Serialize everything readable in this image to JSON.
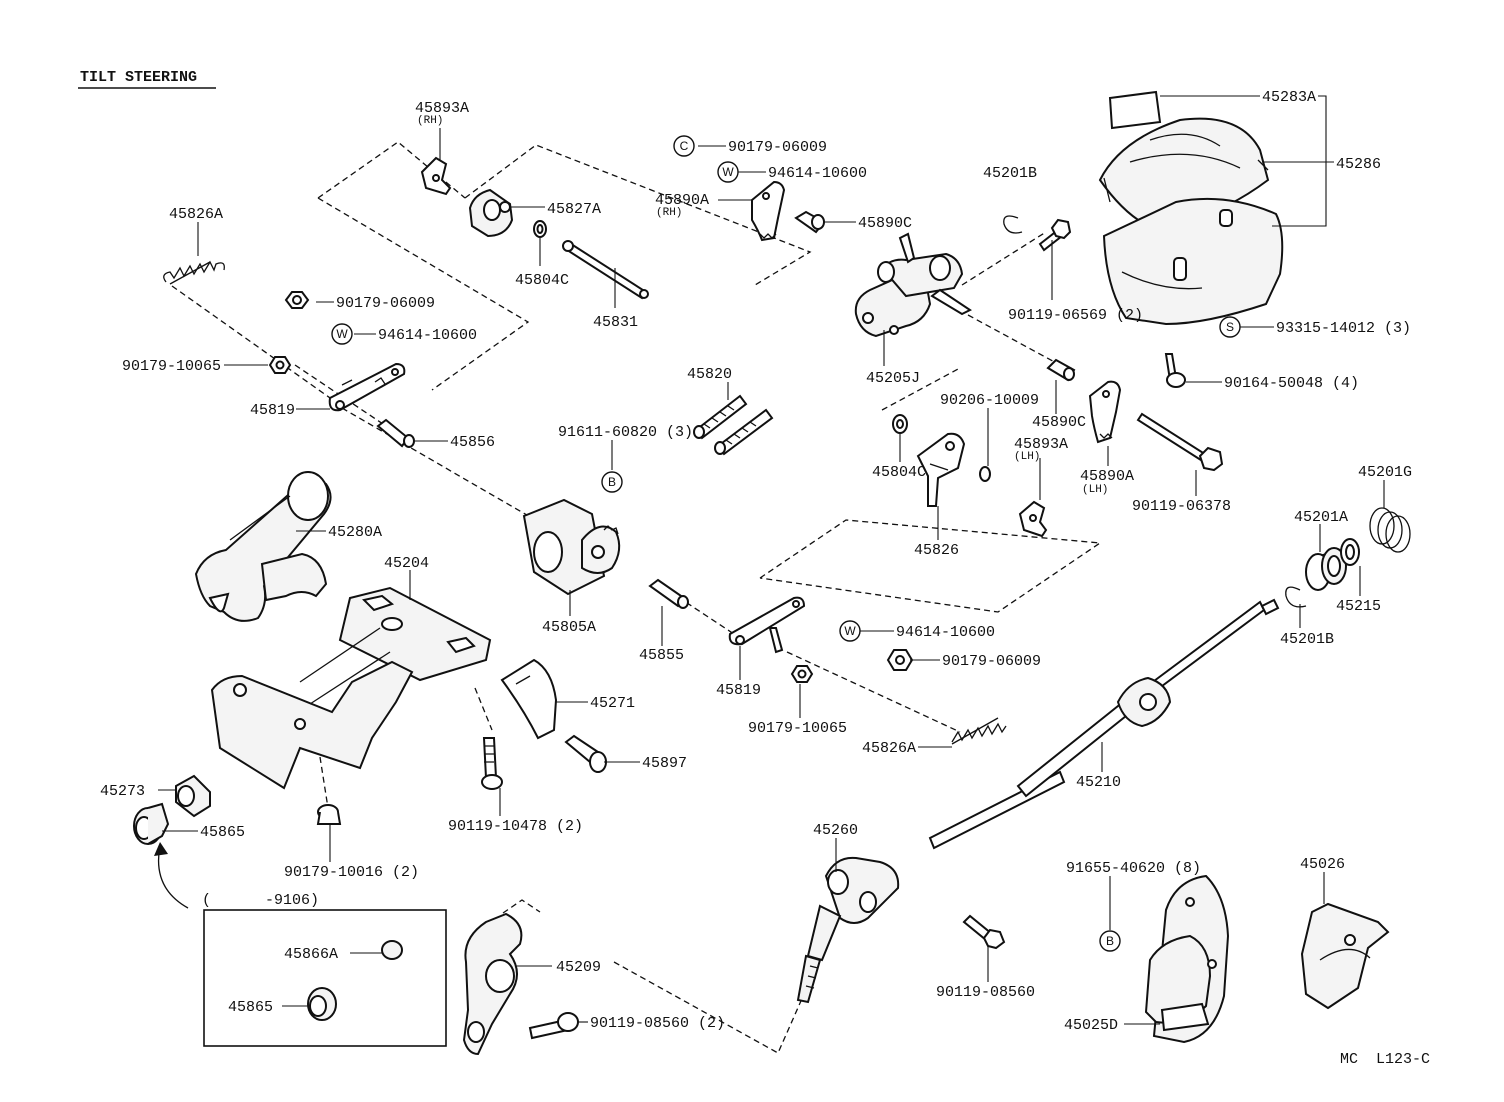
{
  "title": "TILT STEERING",
  "footer_code": "MC  L123-C",
  "inset_label": "(      -9106)",
  "labels": {
    "p45893A_rh": "45893A",
    "p45893A_rh_sub": "(RH)",
    "p45827A": "45827A",
    "p45826A_top": "45826A",
    "p90179_06009_a": "90179-06009",
    "p94614_10600_a": "94614-10600",
    "p90179_10065_a": "90179-10065",
    "p45819_a": "45819",
    "p45856": "45856",
    "p45804C_a": "45804C",
    "p45831": "45831",
    "p90179_06009_b": "90179-06009",
    "p94614_10600_b": "94614-10600",
    "p45890A_rh": "45890A",
    "p45890A_rh_sub": "(RH)",
    "p45890C_a": "45890C",
    "p45820": "45820",
    "p91611_60820": "91611-60820 (3)",
    "p45201B_a": "45201B",
    "p90119_06569": "90119-06569 (2)",
    "p45205J": "45205J",
    "p45283A": "45283A",
    "p45286": "45286",
    "p93315_14012": "93315-14012 (3)",
    "p90164_50048": "90164-50048 (4)",
    "p45890C_b": "45890C",
    "p90206_10009": "90206-10009",
    "p45893A_lh": "45893A",
    "p45893A_lh_sub": "(LH)",
    "p45804C_b": "45804C",
    "p45890A_lh": "45890A",
    "p45890A_lh_sub": "(LH)",
    "p90119_06378": "90119-06378",
    "p45826": "45826",
    "p45201G": "45201G",
    "p45201A": "45201A",
    "p45215": "45215",
    "p45201B_b": "45201B",
    "p45280A": "45280A",
    "p45204": "45204",
    "p45805A": "45805A",
    "p45855": "45855",
    "p45819_b": "45819",
    "p94614_10600_c": "94614-10600",
    "p90179_06009_c": "90179-06009",
    "p90179_10065_b": "90179-10065",
    "p45826A_bottom": "45826A",
    "p45271": "45271",
    "p45897": "45897",
    "p90119_10478": "90119-10478 (2)",
    "p45210": "45210",
    "p45273": "45273",
    "p45865_a": "45865",
    "p90179_10016": "90179-10016 (2)",
    "p45260": "45260",
    "p91655_40620": "91655-40620 (8)",
    "p45026": "45026",
    "p45866A": "45866A",
    "p45865_b": "45865",
    "p45209": "45209",
    "p90119_08560_a": "90119-08560 (2)",
    "p90119_08560_b": "90119-08560",
    "p45025D": "45025D"
  },
  "symbols": {
    "nut": "C",
    "washer": "W",
    "bolt_b": "B",
    "screw_s": "S"
  },
  "icons": [
    "nut-symbol",
    "washer-symbol",
    "bolt-symbol",
    "screw-symbol",
    "return-arrow"
  ]
}
